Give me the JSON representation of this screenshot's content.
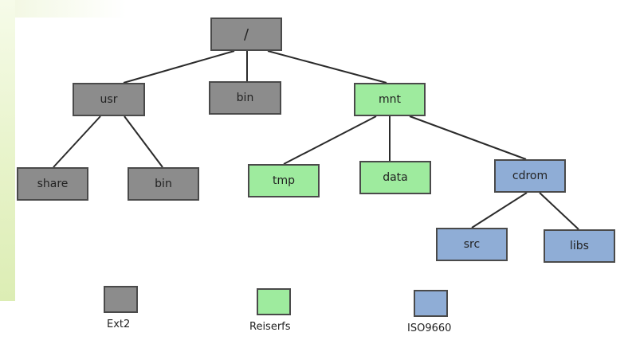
{
  "nodes": {
    "root": "/",
    "usr": "usr",
    "bin_top": "bin",
    "mnt": "mnt",
    "share": "share",
    "usr_bin": "bin",
    "tmp": "tmp",
    "data": "data",
    "cdrom": "cdrom",
    "src": "src",
    "libs": "libs"
  },
  "legend": {
    "ext2": "Ext2",
    "reiserfs": "Reiserfs",
    "iso9660": "ISO9660"
  },
  "colors": {
    "ext2": "#8c8c8c",
    "reiserfs": "#9eeb9e",
    "iso9660": "#8fadd6"
  }
}
